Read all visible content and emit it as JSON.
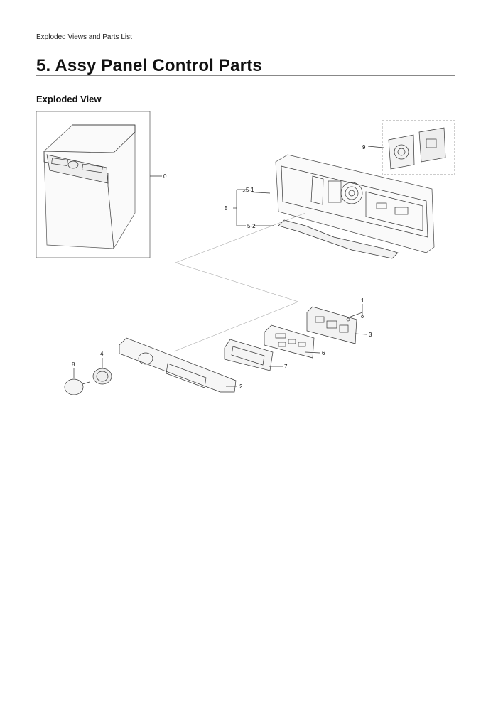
{
  "header": {
    "section_label": "Exploded Views and Parts List"
  },
  "page": {
    "title": "5.  Assy Panel Control Parts"
  },
  "section": {
    "title": "Exploded View"
  },
  "callouts": {
    "c0": "0",
    "c1": "1",
    "c2": "2",
    "c3": "3",
    "c4": "4",
    "c5": "5",
    "c5_1": "5-1",
    "c5_2": "5-2",
    "c6": "6",
    "c7": "7",
    "c8": "8",
    "c9": "9"
  }
}
